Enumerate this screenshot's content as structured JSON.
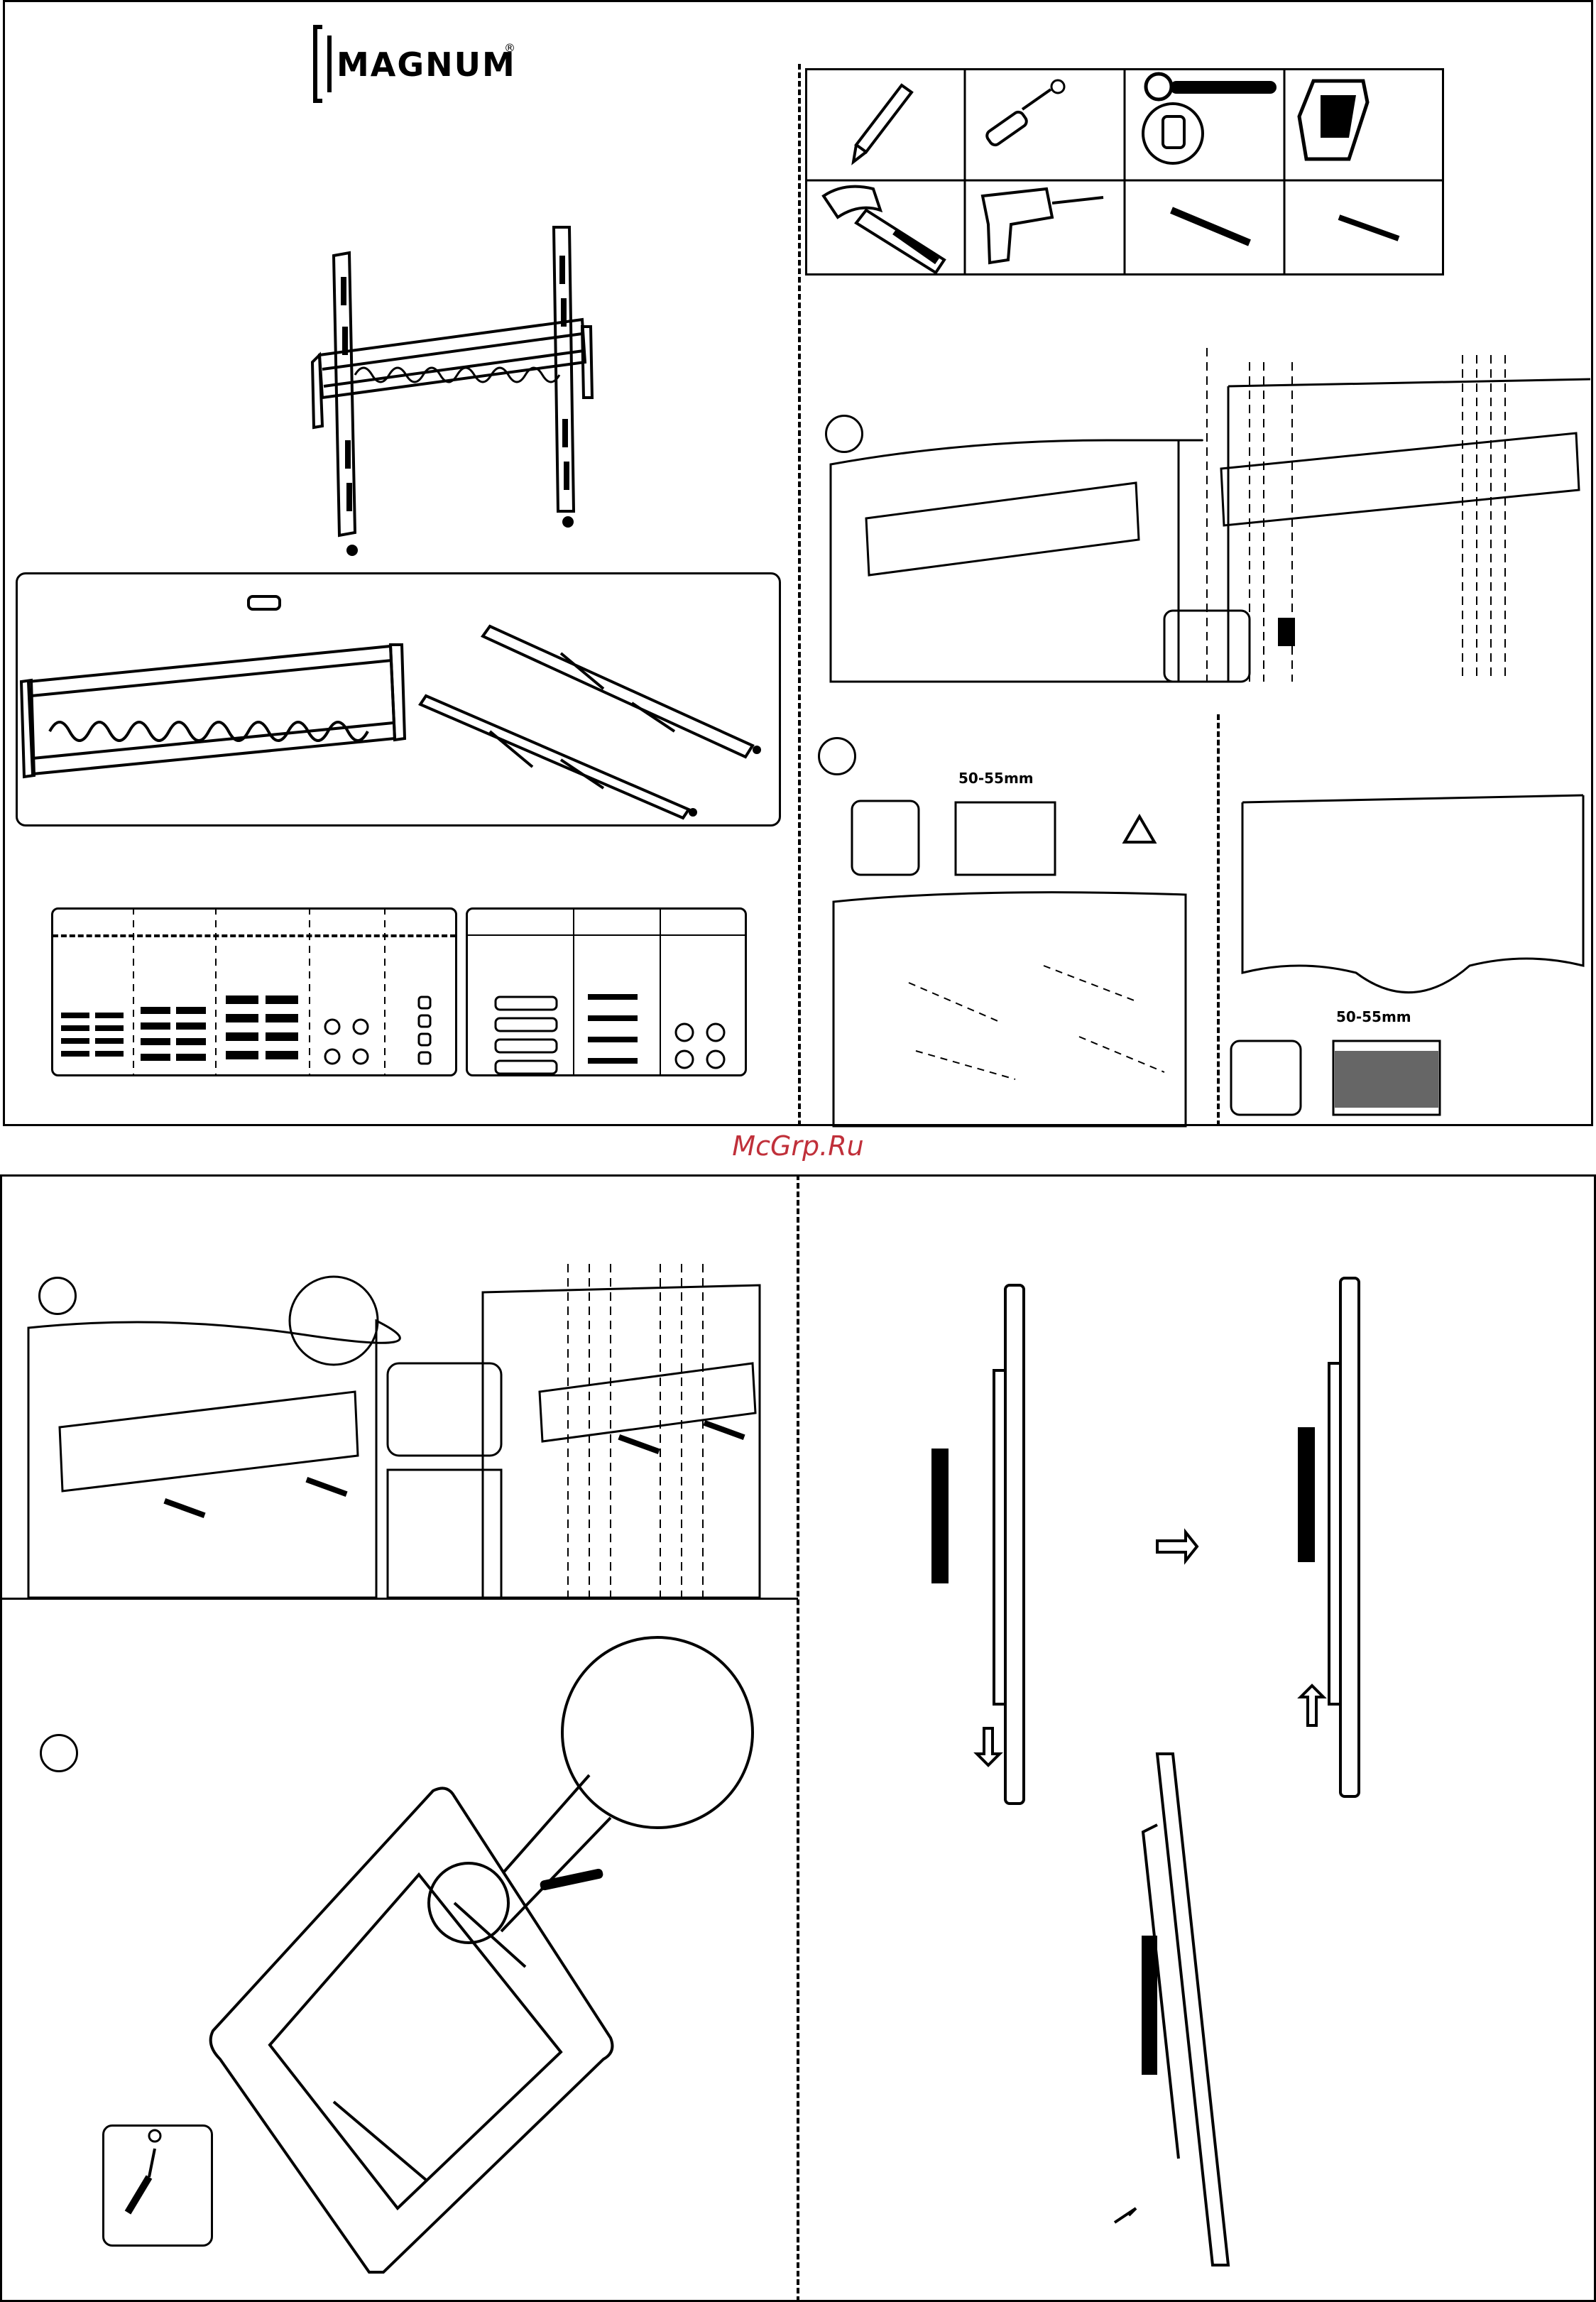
{
  "brand": {
    "logo_text": "MAGNUM",
    "registered": "®"
  },
  "watermark": "McGrp.Ru",
  "steps": [
    {
      "marker": ""
    },
    {
      "marker": ""
    },
    {
      "marker": ""
    },
    {
      "marker": ""
    }
  ],
  "dimensions": {
    "drill_spacing_brick": "50-55mm",
    "drill_spacing_concrete": "50-55mm"
  },
  "icons": {
    "tools": [
      "pencil-icon",
      "screwdriver-icon",
      "socket-wrench-icon",
      "stud-finder-icon",
      "hammer-icon",
      "drill-icon",
      "drill-bit-icon",
      "drill-bit-icon"
    ],
    "warning": "warning-triangle-icon"
  }
}
